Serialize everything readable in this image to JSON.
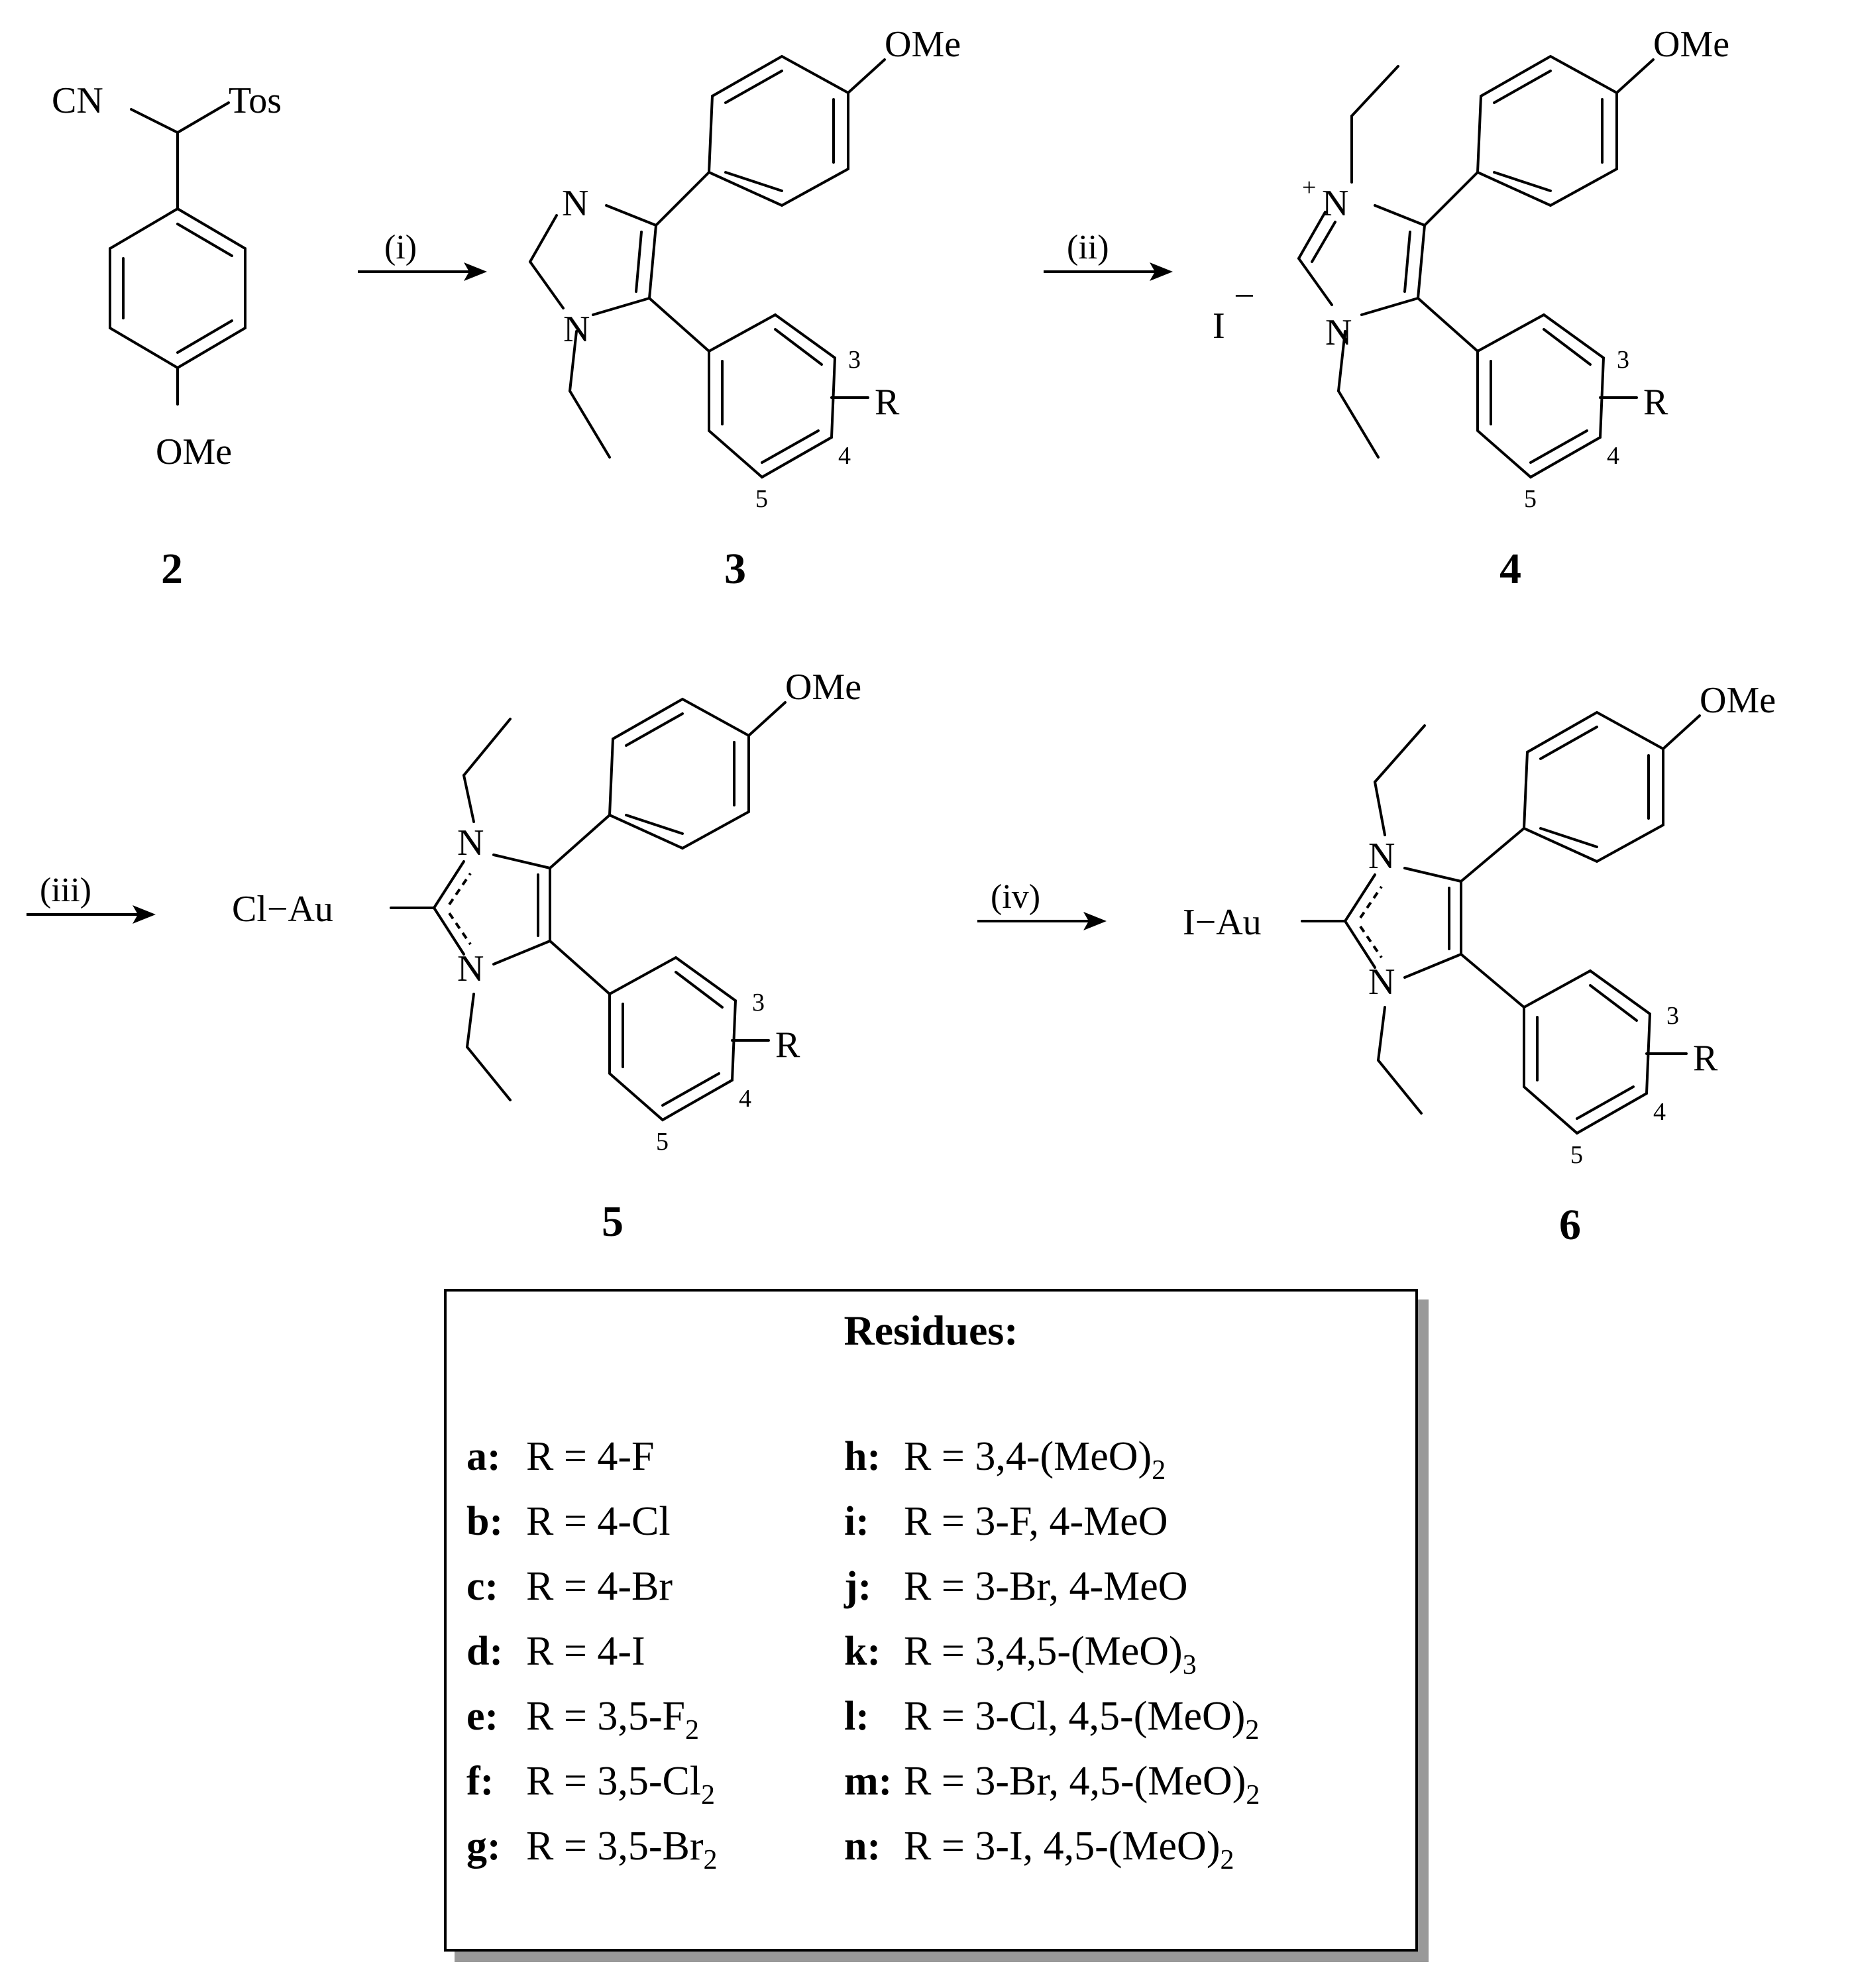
{
  "compounds": {
    "c2": {
      "label": "2",
      "CN": "CN",
      "Tos": "Tos",
      "OMe": "OMe"
    },
    "c3": {
      "label": "3",
      "N": "N",
      "OMe": "OMe",
      "R": "R",
      "p3": "3",
      "p4": "4",
      "p5": "5"
    },
    "c4": {
      "label": "4",
      "N": "N",
      "plus": "+",
      "I": "I",
      "minus": "−",
      "OMe": "OMe",
      "R": "R",
      "p3": "3",
      "p4": "4",
      "p5": "5"
    },
    "c5": {
      "label": "5",
      "N": "N",
      "ClAu": "Cl−Au",
      "OMe": "OMe",
      "R": "R",
      "p3": "3",
      "p4": "4",
      "p5": "5"
    },
    "c6": {
      "label": "6",
      "N": "N",
      "IAu": "I−Au",
      "OMe": "OMe",
      "R": "R",
      "p3": "3",
      "p4": "4",
      "p5": "5"
    }
  },
  "conditions": {
    "i": "(i)",
    "ii": "(ii)",
    "iii": "(iii)",
    "iv": "(iv)"
  },
  "residues": {
    "title": "Residues:",
    "left": [
      {
        "label": "a:",
        "text": "R = 4-F",
        "sub": "",
        "tail": ""
      },
      {
        "label": "b:",
        "text": "R = 4-Cl",
        "sub": "",
        "tail": ""
      },
      {
        "label": "c:",
        "text": "R = 4-Br",
        "sub": "",
        "tail": ""
      },
      {
        "label": "d:",
        "text": "R = 4-I",
        "sub": "",
        "tail": ""
      },
      {
        "label": "e:",
        "text": "R = 3,5-F",
        "sub": "2",
        "tail": ""
      },
      {
        "label": "f:",
        "text": "R = 3,5-Cl",
        "sub": "2",
        "tail": ""
      },
      {
        "label": "g:",
        "text": "R = 3,5-Br",
        "sub": "2",
        "tail": ""
      }
    ],
    "right": [
      {
        "label": "h:",
        "text": "R = 3,4-(MeO)",
        "sub": "2",
        "tail": ""
      },
      {
        "label": "i:",
        "text": "R = 3-F, 4-MeO",
        "sub": "",
        "tail": ""
      },
      {
        "label": "j:",
        "text": "R = 3-Br, 4-MeO",
        "sub": "",
        "tail": ""
      },
      {
        "label": "k:",
        "text": "R = 3,4,5-(MeO)",
        "sub": "3",
        "tail": ""
      },
      {
        "label": "l:",
        "text": "R = 3-Cl, 4,5-(MeO)",
        "sub": "2",
        "tail": ""
      },
      {
        "label": "m:",
        "text": "R = 3-Br, 4,5-(MeO)",
        "sub": "2",
        "tail": ""
      },
      {
        "label": "n:",
        "text": "R = 3-I, 4,5-(MeO)",
        "sub": "2",
        "tail": ""
      }
    ]
  }
}
